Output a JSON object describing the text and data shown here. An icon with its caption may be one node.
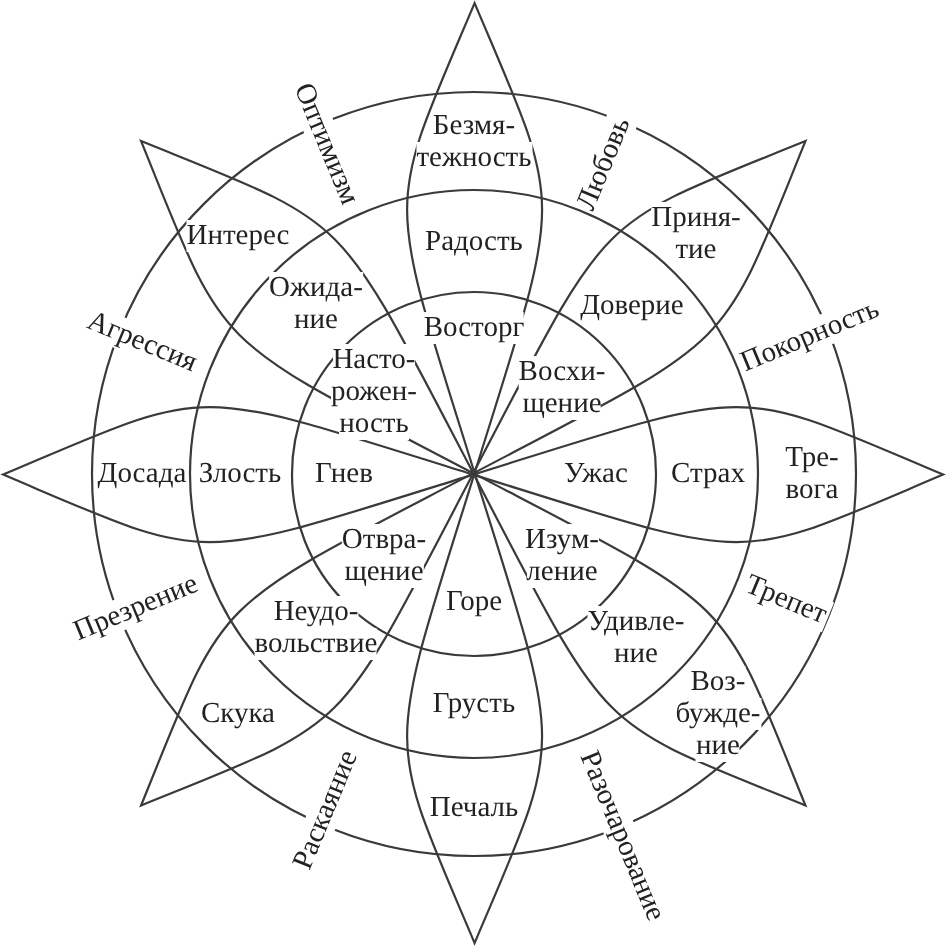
{
  "diagram": {
    "nodes": [
      {
        "text": [
          "Безмя- тежность",
          "Радость",
          "Восторг"
        ]
      },
      {
        "text": [
          "Приня- тие",
          "Доверие",
          "Восхи- щение"
        ]
      },
      {
        "text": [
          "Ужас",
          "Страх",
          "Тре- вога"
        ]
      },
      {
        "text": [
          "Изум- ление",
          "Удивле- ние",
          "Воз- бужде- ние"
        ]
      },
      {
        "text": [
          "Горе",
          "Грусть",
          "Печаль"
        ]
      },
      {
        "text": [
          "Отвра- щение",
          "Неудо- вольствие",
          "Скука"
        ]
      },
      {
        "text": [
          "Досада",
          "Злость",
          "Гнев"
        ]
      },
      {
        "text": [
          "Интерес",
          "Ожида- ние",
          "Насто- рожен- ность"
        ]
      }
    ],
    "labels": [
      "Оптимизм",
      "Любовь",
      "Покорность",
      "Трепет",
      "Разочарование",
      "Раскаяние",
      "Презрение",
      "Агрессия"
    ]
  }
}
